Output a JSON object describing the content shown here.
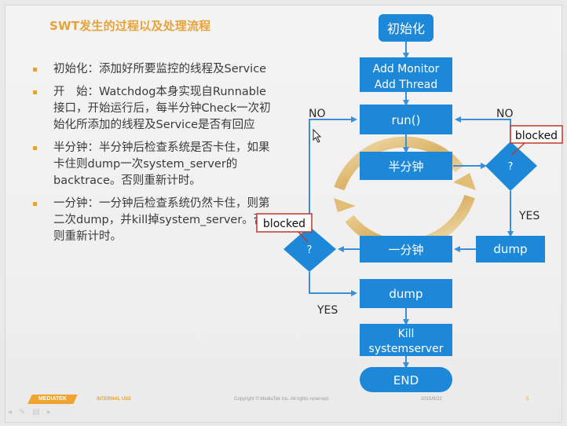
{
  "slide": {
    "title": "SWT发生的过程以及处理流程",
    "bullets": [
      {
        "text": "初始化：添加好所要监控的线程及Service"
      },
      {
        "text": "开　始：Watchdog本身实现自Runnable接口，开始运行后，每半分钟Check一次初始化所添加的线程及Service是否有回应"
      },
      {
        "text": "半分钟：半分钟后检查系统是否卡住，如果卡住则dump一次system_server的backtrace。否则重新计时。"
      },
      {
        "text": "一分钟：一分钟后检查系统仍然卡住，则第二次dump，并kill掉system_server。否则重新计时。"
      }
    ]
  },
  "flow": {
    "start": "初始化",
    "add_monitor": [
      "Add Monitor",
      "Add Thread"
    ],
    "run": "run()",
    "half_minute": "半分钟",
    "one_minute": "一分钟",
    "decision_right": "?",
    "decision_left": "?",
    "blocked_right": "blocked",
    "blocked_left": "blocked",
    "no_left": "NO",
    "no_right": "NO",
    "yes_right": "YES",
    "yes_left": "YES",
    "dump_right": "dump",
    "dump_bottom": "dump",
    "kill": [
      "Kill",
      "systemserver"
    ],
    "end": "END"
  },
  "footer": {
    "logo": "MEDIATEK",
    "internal": "INTERNAL USE",
    "copyright": "Copyright © MediaTek Inc. All rights reserved.",
    "date": "2015/9/22",
    "page": "5"
  },
  "colors": {
    "accent": "#e8a23a",
    "flow_blue": "#1e88d8",
    "line_blue": "#3a8fd8",
    "blocked_border": "#c0392b"
  }
}
